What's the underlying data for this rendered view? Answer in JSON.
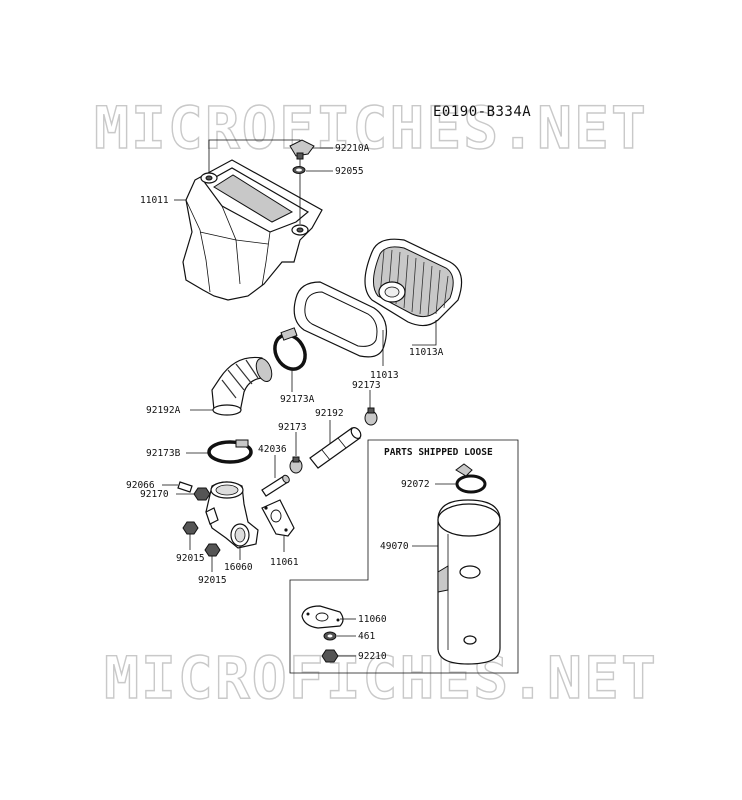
{
  "diagram": {
    "code": "E0190-B334A",
    "watermark": "MICROFICHES.NET",
    "box_title": "PARTS SHIPPED LOOSE",
    "parts": {
      "p92210A": "92210A",
      "p92055": "92055",
      "p11011": "11011",
      "p11013A": "11013A",
      "p11013": "11013",
      "p92173_top": "92173",
      "p92173A": "92173A",
      "p92192A": "92192A",
      "p92192": "92192",
      "p92173_mid": "92173",
      "p42036": "42036",
      "p92173B": "92173B",
      "p92066": "92066",
      "p92170": "92170",
      "p92015_a": "92015",
      "p16060": "16060",
      "p11061": "11061",
      "p92015_b": "92015",
      "p92072": "92072",
      "p49070": "49070",
      "p11060": "11060",
      "p461": "461",
      "p92210": "92210"
    }
  }
}
